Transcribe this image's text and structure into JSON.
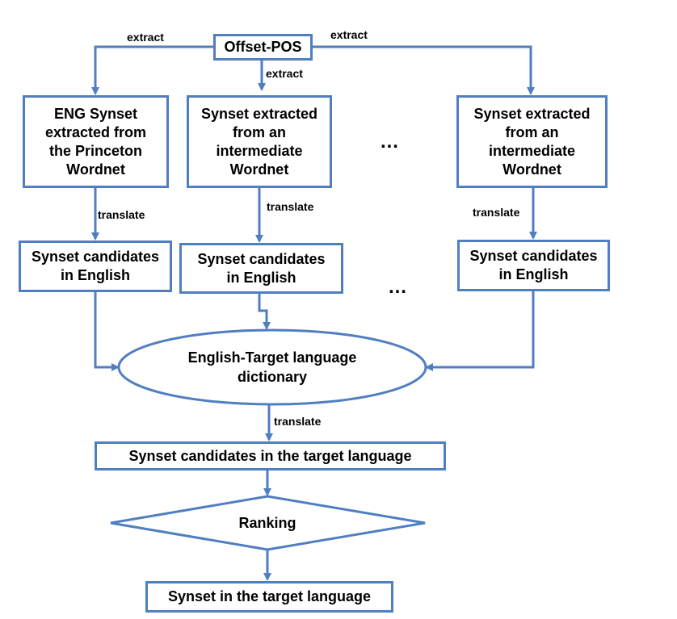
{
  "colors": {
    "stroke": "#4f7ec1",
    "text": "#000000",
    "fill": "#ffffff"
  },
  "nodes": {
    "offset_pos": "Offset-POS",
    "eng_synset": "ENG Synset\nextracted from\nthe Princeton\nWordnet",
    "intermediate_1": "Synset extracted\nfrom an\nintermediate\nWordnet",
    "intermediate_2": "Synset extracted\nfrom an\nintermediate\nWordnet",
    "candidates_1": "Synset candidates\nin English",
    "candidates_2": "Synset candidates\nin English",
    "candidates_3": "Synset candidates\nin  English",
    "dictionary": "English-Target language\ndictionary",
    "target_candidates": "Synset candidates in the target language",
    "ranking": "Ranking",
    "final_synset": "Synset in  the target language"
  },
  "edge_labels": {
    "extract_left": "extract",
    "extract_right": "extract",
    "extract_middle": "extract",
    "translate_1": "translate",
    "translate_2": "translate",
    "translate_3": "translate",
    "translate_dict": "translate"
  },
  "ellipsis": {
    "top": "…",
    "bottom": "…"
  }
}
